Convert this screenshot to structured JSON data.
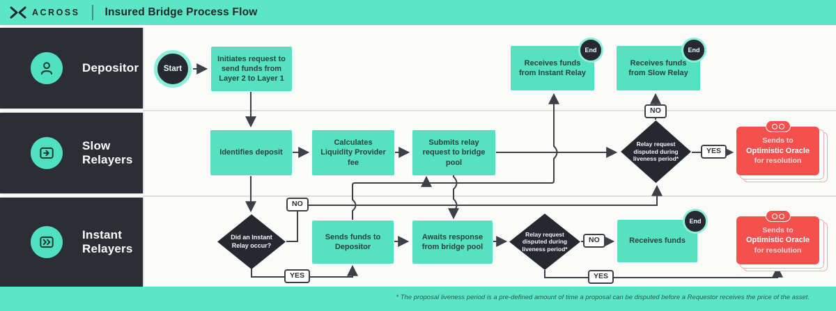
{
  "header": {
    "brand": "ACROSS",
    "title": "Insured Bridge Process Flow"
  },
  "lanes": [
    {
      "id": "depositor",
      "label": "Depositor",
      "icon": "person-icon"
    },
    {
      "id": "slow-relayers",
      "label": "Slow Relayers",
      "icon": "relay-arrow-icon"
    },
    {
      "id": "instant-relayers",
      "label": "Instant Relayers",
      "icon": "double-arrow-icon"
    }
  ],
  "terminals": {
    "start": "Start",
    "end": "End"
  },
  "pills": {
    "yes": "YES",
    "no": "NO"
  },
  "nodes": {
    "initiates": "Initiates request to send funds from Layer 2 to Layer 1",
    "receives_instant": "Receives funds from Instant Relay",
    "receives_slow": "Receives funds from Slow Relay",
    "identifies": "Identifies deposit",
    "calculates": "Calculates Liquidity Provider fee",
    "submits": "Submits relay request to bridge pool",
    "dispute_slow": "Relay request disputed during liveness period*",
    "occur": "Did an Instant Relay occur?",
    "sends": "Sends funds to Depositor",
    "awaits": "Awaits response from bridge pool",
    "dispute_instant": "Relay request disputed during liveness period*",
    "receives_funds": "Receives funds",
    "oracle": {
      "line1": "Sends to",
      "line2": "Optimistic Oracle",
      "line3": "for resolution"
    }
  },
  "footnote": "* The proposal liveness period is a pre-defined amount of time a proposal can be disputed before a Requestor receives the price of the asset.",
  "colors": {
    "teal": "#5BE7C6",
    "box_teal": "#56E2C1",
    "dark": "#2C2E35",
    "diamond": "#25282E",
    "red": "#F4514E",
    "wire": "#3C3F45"
  }
}
